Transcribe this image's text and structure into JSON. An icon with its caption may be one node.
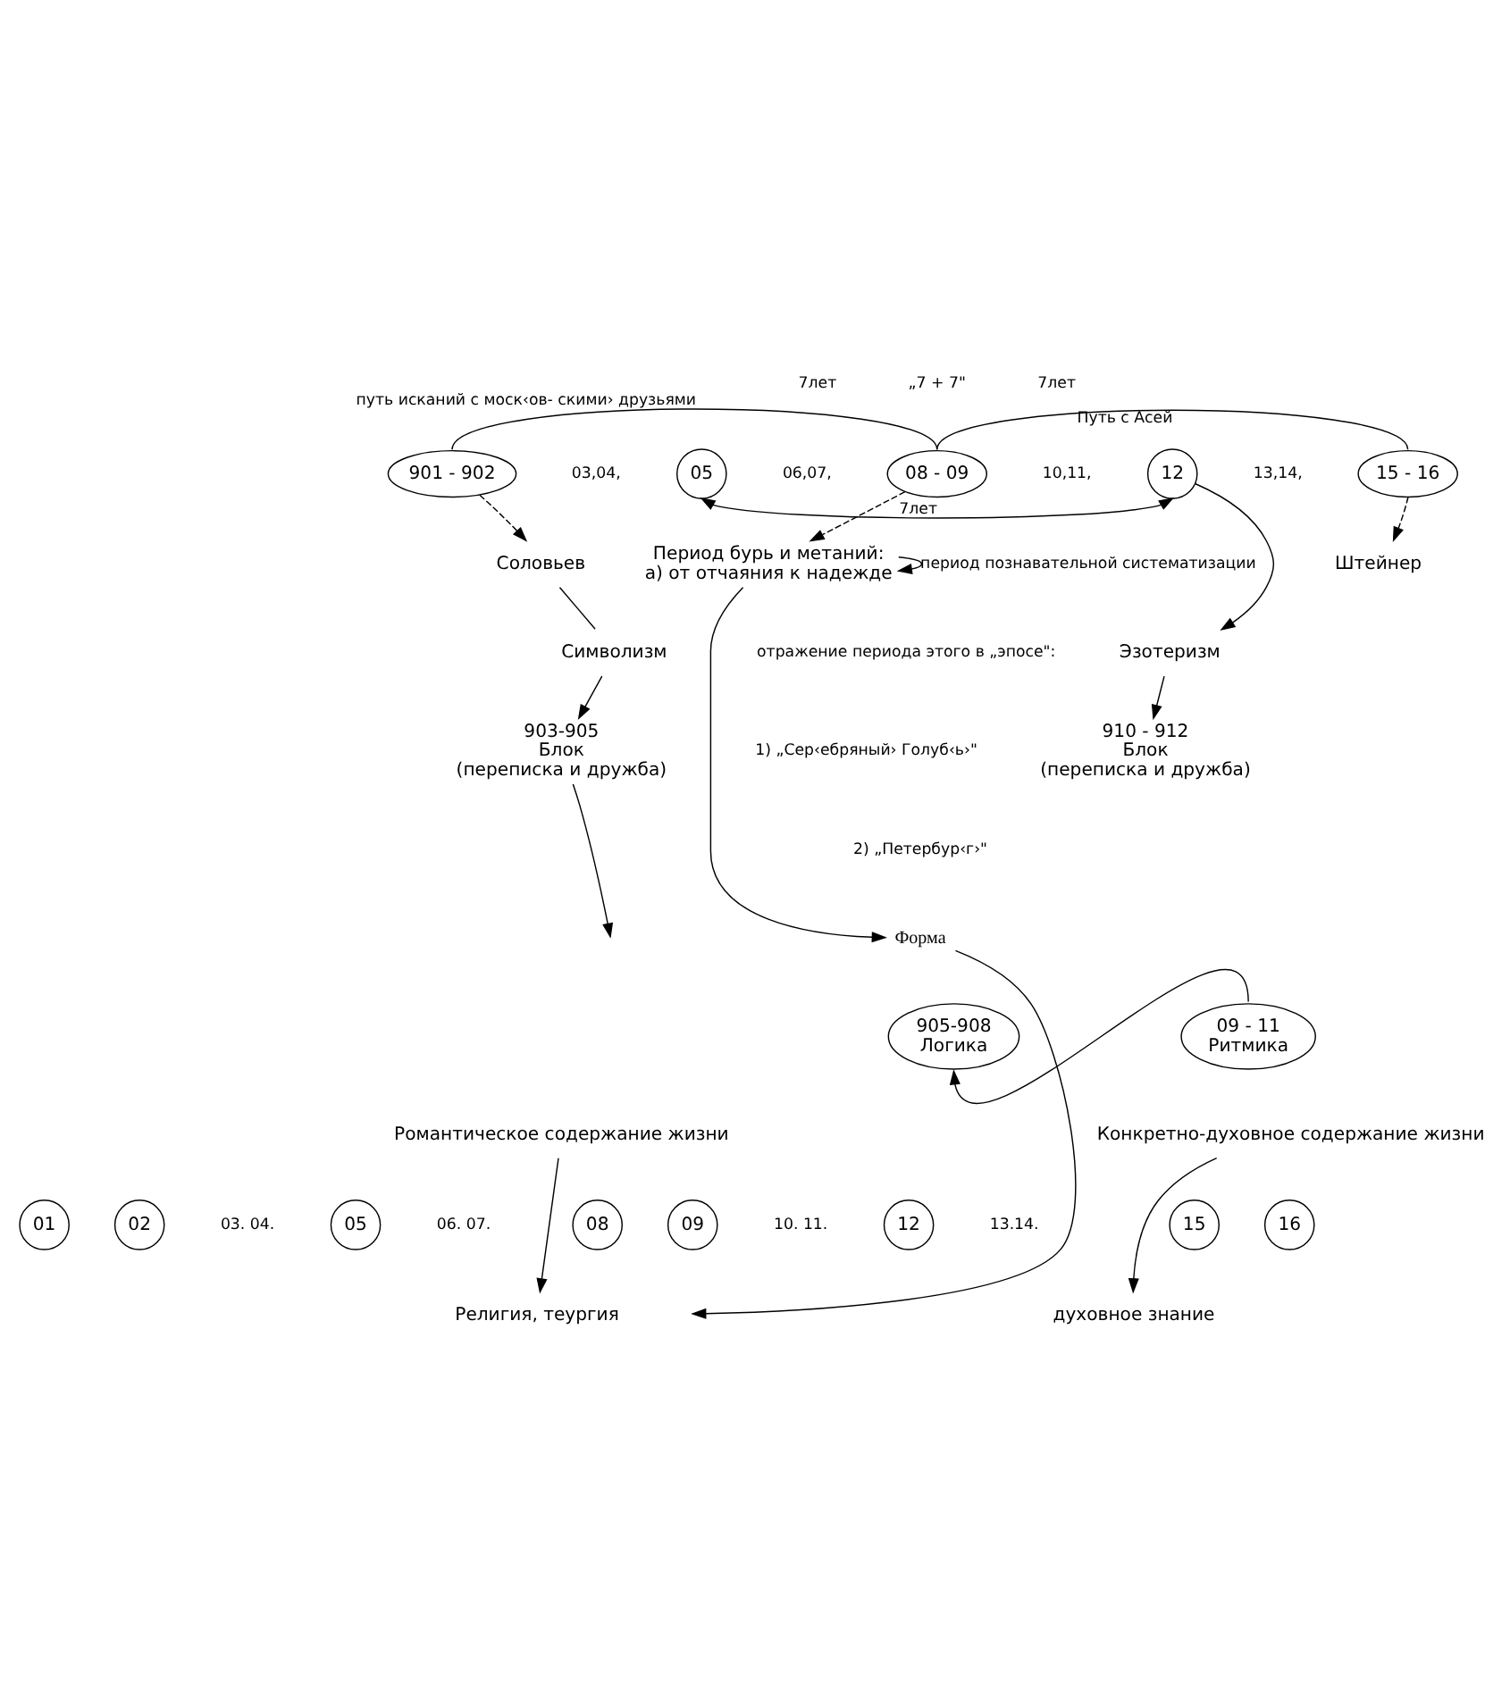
{
  "diagram": {
    "nodes": [
      {
        "text": [
          "901 - 902"
        ]
      },
      {
        "text": [
          "05"
        ]
      },
      {
        "text": [
          "08 - 09"
        ]
      },
      {
        "text": [
          "12"
        ]
      },
      {
        "text": [
          "15 - 16"
        ]
      },
      {
        "text": [
          "Соловьев"
        ]
      },
      {
        "text": [
          "Штейнер"
        ]
      },
      {
        "text": [
          "Символизм"
        ]
      },
      {
        "text": [
          "903-905",
          "Блок",
          "(переписка и дружба)"
        ]
      },
      {
        "text": [
          "Эзотеризм"
        ]
      },
      {
        "text": [
          "910 - 912",
          "Блок",
          "(переписка и дружба)"
        ]
      },
      {
        "text": [
          "Период бурь и метаний:",
          "а) от отчаяния к надежде"
        ]
      },
      {
        "text": [
          "Форма"
        ]
      },
      {
        "text": [
          "905-908",
          "Логика"
        ]
      },
      {
        "text": [
          "09 - 11",
          "Ритмика"
        ]
      },
      {
        "text": [
          "Романтическое содержание жизни"
        ]
      },
      {
        "text": [
          "Религия, теургия"
        ]
      },
      {
        "text": [
          "Конкретно-духовное содержание жизни"
        ]
      },
      {
        "text": [
          "духовное знание"
        ]
      },
      {
        "text": [
          "01"
        ]
      },
      {
        "text": [
          "02"
        ]
      },
      {
        "text": [
          "05"
        ]
      },
      {
        "text": [
          "08"
        ]
      },
      {
        "text": [
          "09"
        ]
      },
      {
        "text": [
          "12"
        ]
      },
      {
        "text": [
          "15"
        ]
      },
      {
        "text": [
          "16"
        ]
      }
    ],
    "edges": [
      {
        "from": 0,
        "to": 2,
        "arrow": "none",
        "label": "путь исканий с моск‹ов- скими› друзьями"
      },
      {
        "from": 2,
        "to": 4,
        "arrow": "none",
        "label": "Путь с Асей"
      },
      {
        "from": 3,
        "to": 1,
        "arrow": "both",
        "label": "7лет"
      },
      {
        "from": 0,
        "to": 5,
        "arrow": "to",
        "style": "dashed"
      },
      {
        "from": 4,
        "to": 6,
        "arrow": "to",
        "style": "dashed"
      },
      {
        "from": 5,
        "to": 7,
        "arrow": "none"
      },
      {
        "from": 7,
        "to": 8,
        "arrow": "to"
      },
      {
        "from": 8,
        "to": null,
        "arrow": "to"
      },
      {
        "from": 3,
        "to": 9,
        "arrow": "to"
      },
      {
        "from": 9,
        "to": 10,
        "arrow": "to"
      },
      {
        "from": 2,
        "to": 11,
        "arrow": "to",
        "style": "dashed"
      },
      {
        "from": 11,
        "to": 11,
        "arrow": "to",
        "label": "период познавательной систематизации"
      },
      {
        "from": 11,
        "to": 12,
        "arrow": "to"
      },
      {
        "from": 12,
        "to": null,
        "arrow": "to"
      },
      {
        "from": 14,
        "to": 13,
        "arrow": "to"
      },
      {
        "from": 15,
        "to": 16,
        "arrow": "to"
      },
      {
        "from": 17,
        "to": 18,
        "arrow": "to"
      }
    ],
    "labels": [
      "7лет",
      "„7 + 7\"",
      "7лет",
      "03,04,",
      "06,07,",
      "10,11,",
      "13,14,",
      "отражение периода этого в „эпосе\":",
      "1) „Сер‹ебряный› Голуб‹ь›\"",
      "2) „Петербур‹г›\"",
      "03. 04.",
      "06. 07.",
      "10. 11.",
      "13.14."
    ]
  }
}
